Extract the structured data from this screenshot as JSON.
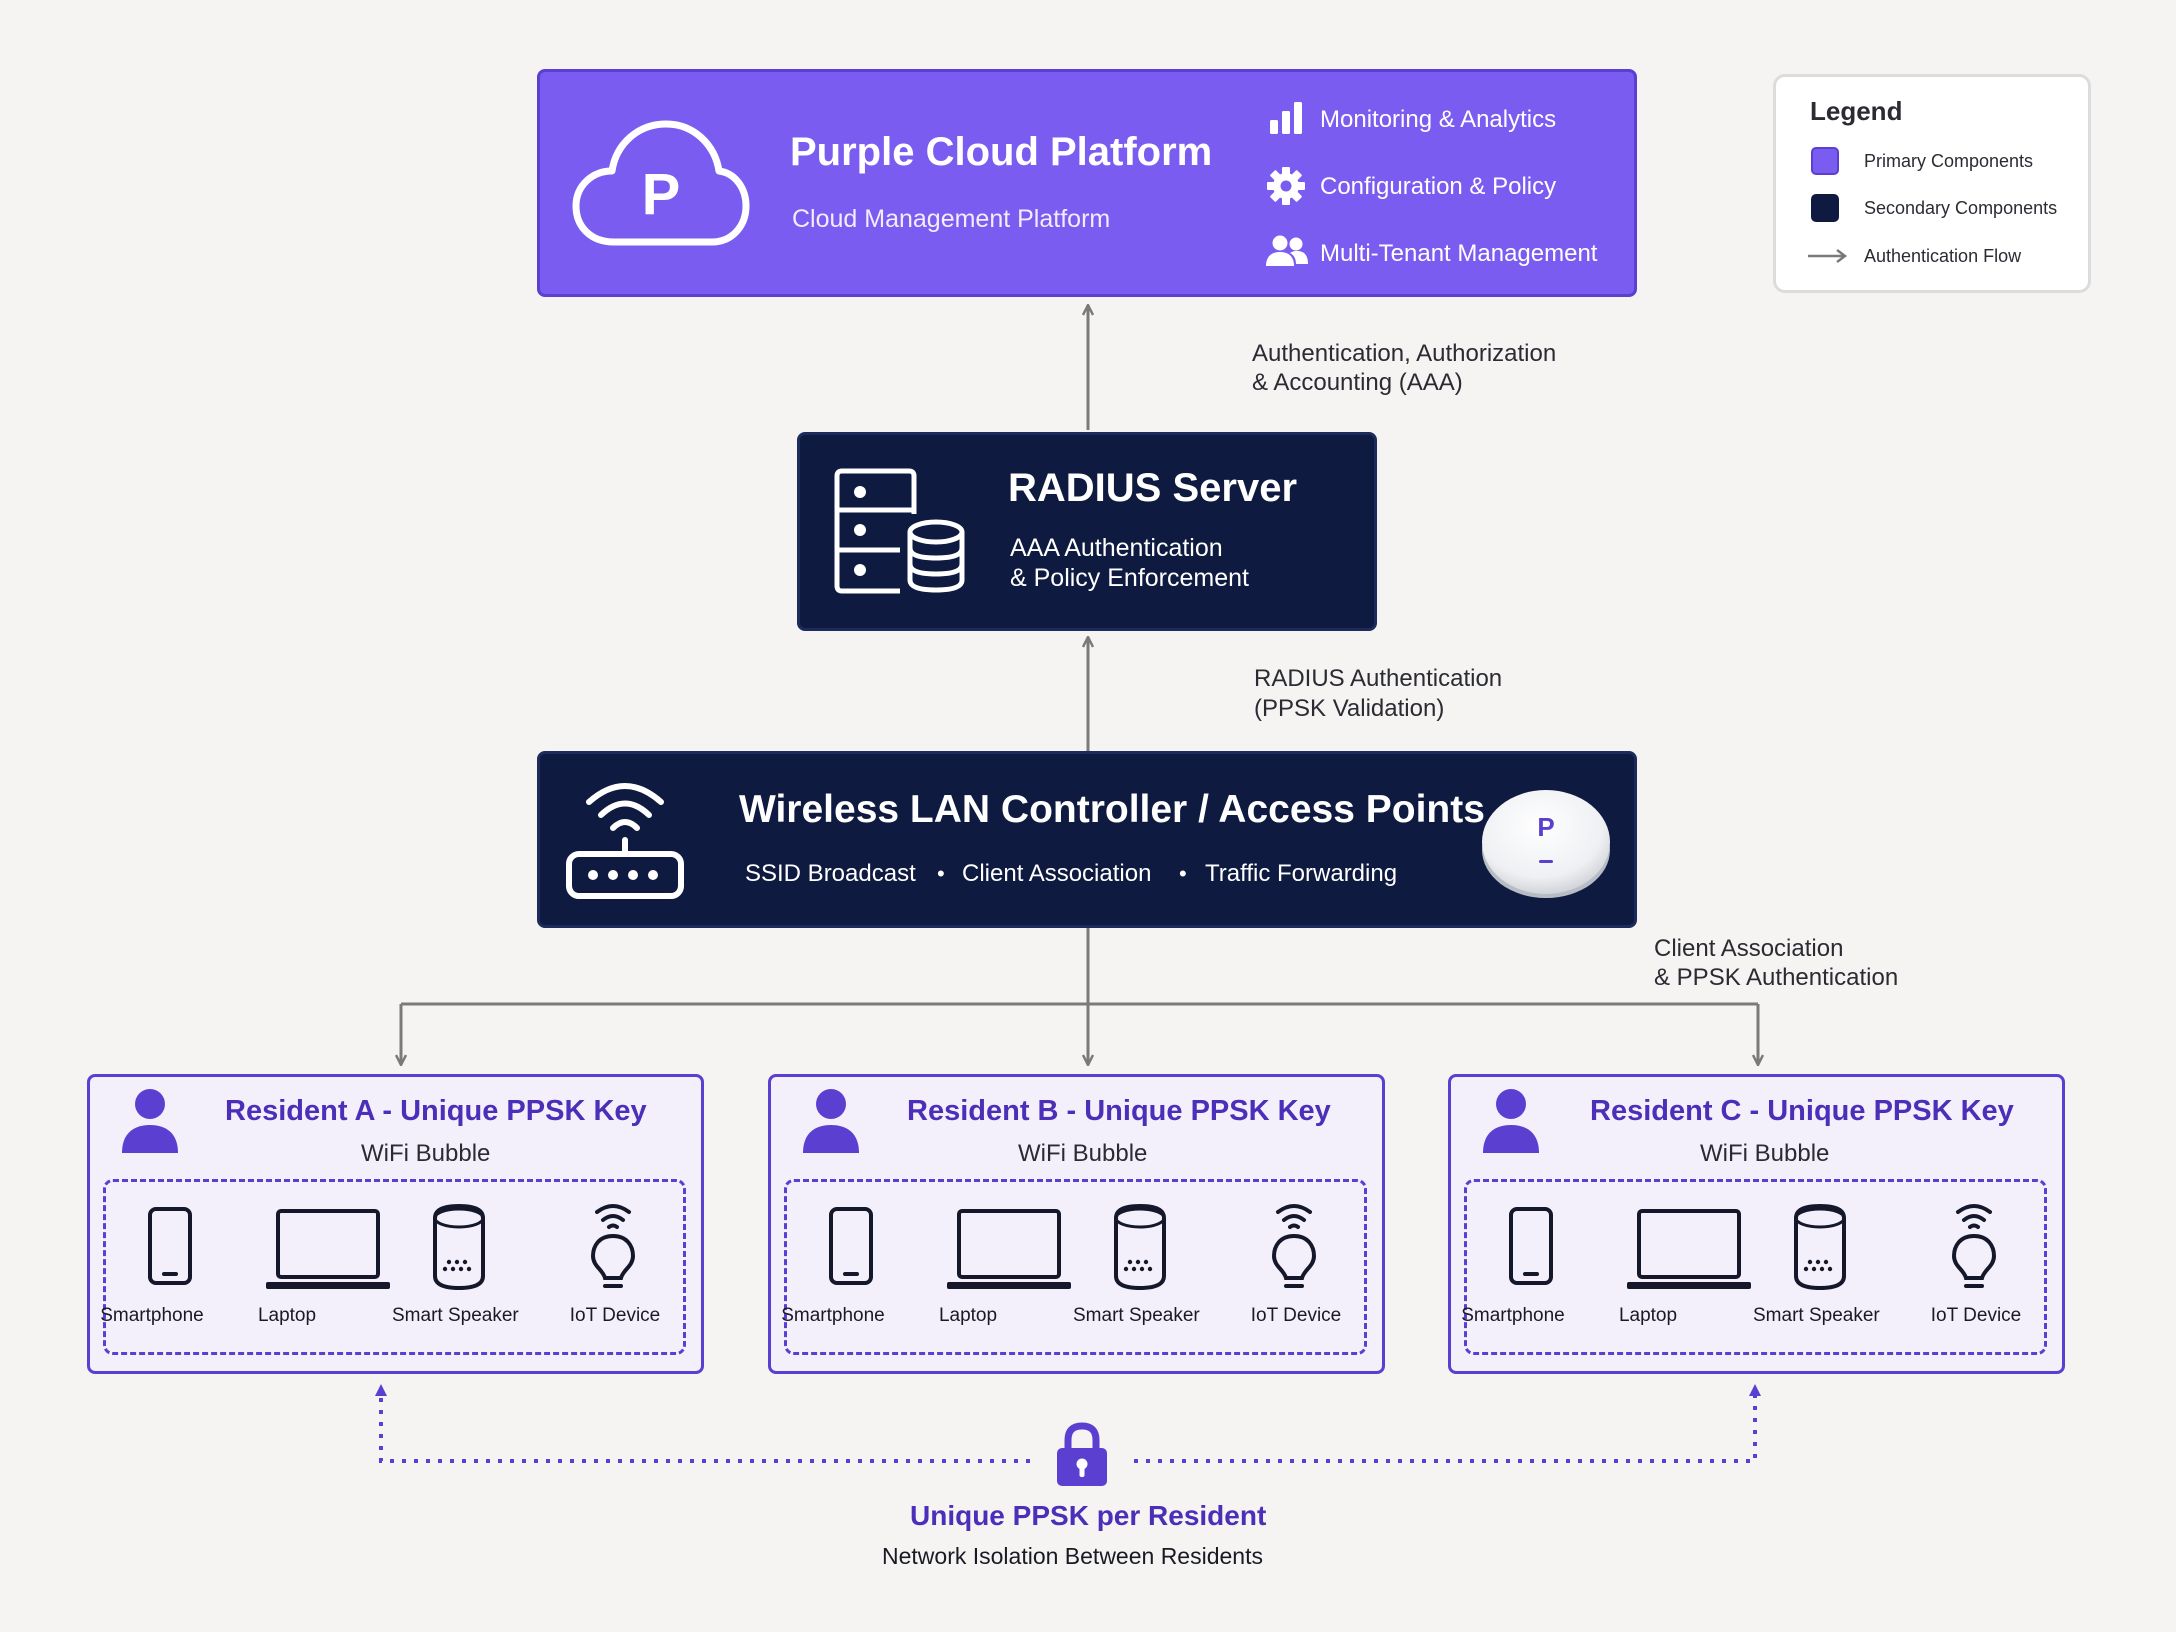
{
  "cloud": {
    "title": "Purple Cloud Platform",
    "subtitle": "Cloud Management Platform",
    "logo_letter": "P",
    "features": [
      "Monitoring & Analytics",
      "Configuration & Policy",
      "Multi-Tenant Management"
    ]
  },
  "flows": {
    "aaa_line1": "Authentication, Authorization",
    "aaa_line2": "& Accounting (AAA)",
    "radius_line1": "RADIUS Authentication",
    "radius_line2": "(PPSK Validation)",
    "client_line1": "Client Association",
    "client_line2": "& PPSK Authentication"
  },
  "radius": {
    "title": "RADIUS Server",
    "sub_line1": "AAA Authentication",
    "sub_line2": "& Policy Enforcement"
  },
  "wlc": {
    "title": "Wireless LAN Controller / Access Points",
    "features": [
      "SSID Broadcast",
      "Client Association",
      "Traffic Forwarding"
    ],
    "ap_letter": "P"
  },
  "legend": {
    "title": "Legend",
    "items": [
      {
        "label": "Primary Components",
        "color": "#7b5cf0"
      },
      {
        "label": "Secondary Components",
        "color": "#0e1a3f"
      },
      {
        "label": "Authentication Flow"
      }
    ]
  },
  "residents": [
    {
      "title": "Resident A - Unique PPSK Key",
      "subtitle": "WiFi Bubble",
      "devices": [
        "Smartphone",
        "Laptop",
        "Smart Speaker",
        "IoT Device"
      ]
    },
    {
      "title": "Resident B - Unique PPSK Key",
      "subtitle": "WiFi Bubble",
      "devices": [
        "Smartphone",
        "Laptop",
        "Smart Speaker",
        "IoT Device"
      ]
    },
    {
      "title": "Resident C - Unique PPSK Key",
      "subtitle": "WiFi Bubble",
      "devices": [
        "Smartphone",
        "Laptop",
        "Smart Speaker",
        "IoT Device"
      ]
    }
  ],
  "isolation": {
    "title": "Unique PPSK per Resident",
    "subtitle": "Network Isolation Between Residents"
  },
  "colors": {
    "primary": "#7b5cf0",
    "secondary": "#0e1a3f",
    "accent": "#4b2fb8",
    "arrow": "#7a7a7a"
  }
}
